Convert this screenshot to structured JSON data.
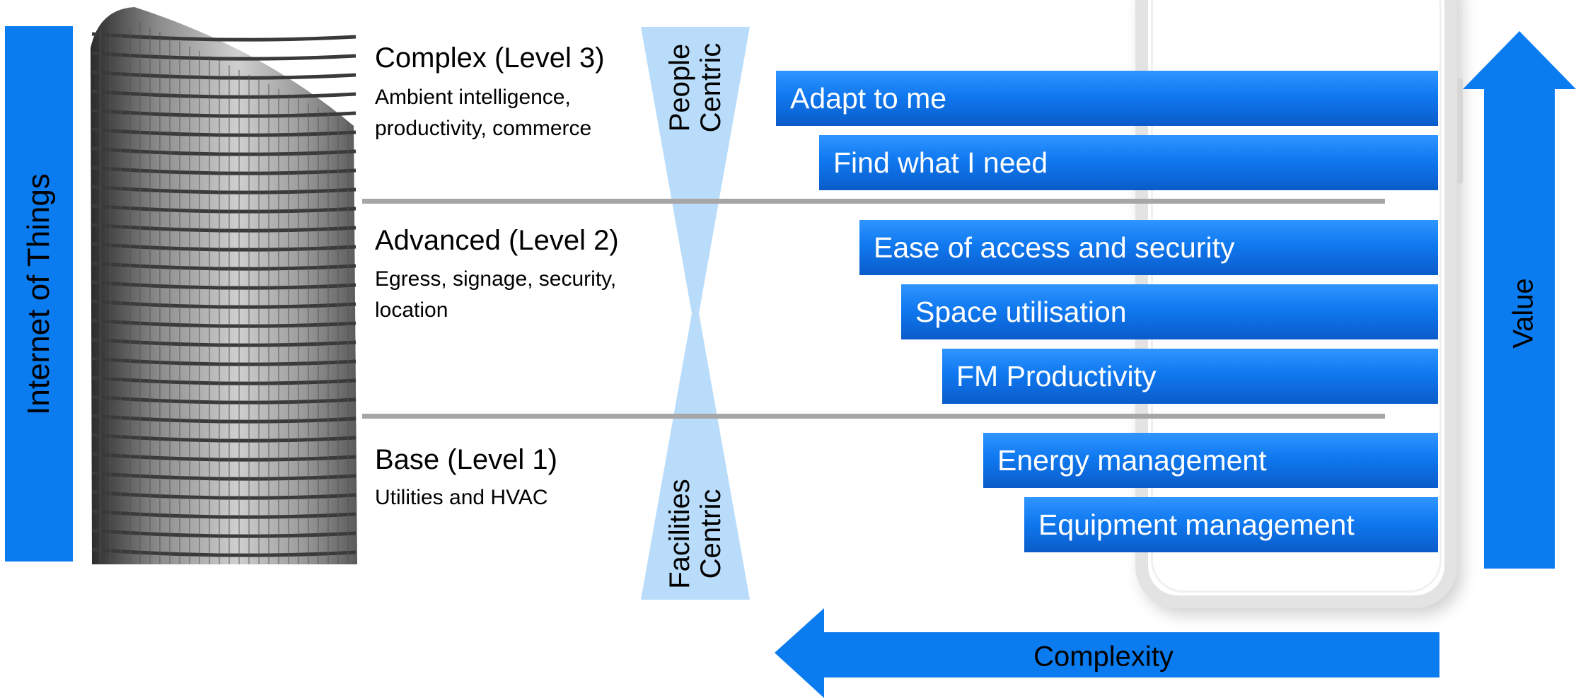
{
  "colors": {
    "accent_blue": "#0a7cf0",
    "hourglass_blue": "#b8dcfa",
    "divider_gray": "#a6a6a6"
  },
  "sidebar": {
    "label": "Internet of Things"
  },
  "levels": [
    {
      "title": "Complex (Level 3)",
      "desc": "Ambient intelligence, productivity, commerce"
    },
    {
      "title": "Advanced (Level 2)",
      "desc": "Egress, signage, security, location"
    },
    {
      "title": "Base (Level 1)",
      "desc": "Utilities and HVAC"
    }
  ],
  "hourglass": {
    "top_label_line1": "People",
    "top_label_line2": "Centric",
    "bottom_label_line1": "Facilities",
    "bottom_label_line2": "Centric"
  },
  "items": [
    "Adapt to me",
    "Find what I need",
    "Ease of access and security",
    "Space utilisation",
    "FM Productivity",
    "Energy management",
    "Equipment management"
  ],
  "axes": {
    "value": "Value",
    "complexity": "Complexity"
  }
}
